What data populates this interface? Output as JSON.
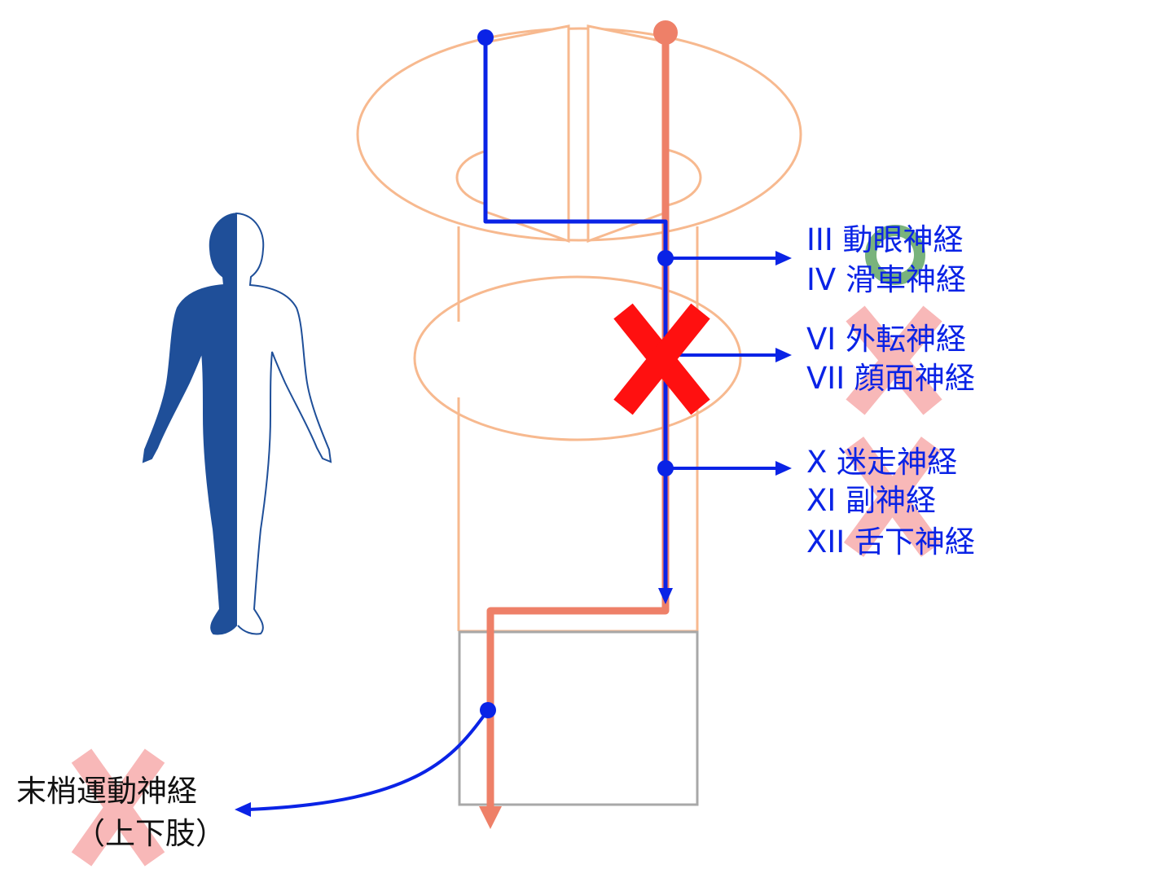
{
  "colors": {
    "outline": "#f7b98f",
    "outline_gray": "#a8a8a8",
    "blue_path": "#0a23e6",
    "salmon_path": "#ee8068",
    "lesion_red": "#ff1010",
    "pink_x": "#f8b8b8",
    "green_o": "#79b37c",
    "figure_blue": "#1f4f99"
  },
  "nerves": {
    "group1": {
      "line1": "III 動眼神経",
      "line2": "IV 滑車神経",
      "mark": "o"
    },
    "group2": {
      "line1": "VI 外転神経",
      "line2": "VII 顔面神経",
      "mark": "x"
    },
    "group3": {
      "line1": "X 迷走神経",
      "line2": "XI 副神経",
      "line3": "XII 舌下神経",
      "mark": "x"
    }
  },
  "peripheral": {
    "line1": "末梢運動神経",
    "line2": "（上下肢）",
    "mark": "x"
  }
}
